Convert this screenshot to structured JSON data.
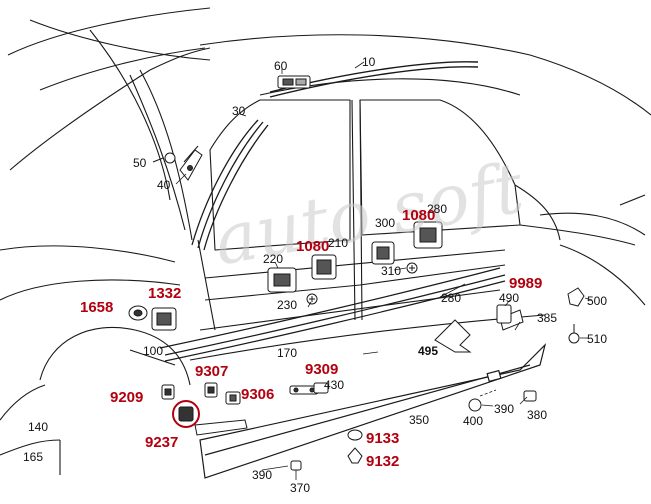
{
  "diagram": {
    "watermark": "auto soft",
    "part_numbers": {
      "p10": "10",
      "p30": "30",
      "p40": "40",
      "p50": "50",
      "p60": "60",
      "p100": "100",
      "p140": "140",
      "p165": "165",
      "p170": "170",
      "p210": "210",
      "p220": "220",
      "p230": "230",
      "p280a": "280",
      "p280b": "280",
      "p300": "300",
      "p310": "310",
      "p350": "350",
      "p370": "370",
      "p380": "380",
      "p385": "385",
      "p390a": "390",
      "p390b": "390",
      "p400": "400",
      "p430": "430",
      "p490": "490",
      "p495": "495",
      "p500": "500",
      "p510": "510"
    },
    "red_labels": {
      "r1080a": "1080",
      "r1080b": "1080",
      "r1332": "1332",
      "r1658": "1658",
      "r9209": "9209",
      "r9237": "9237",
      "r9306": "9306",
      "r9307": "9307",
      "r9309": "9309",
      "r9989": "9989",
      "r9133": "9133",
      "r9132": "9132"
    },
    "colors": {
      "label_red": "#b3000f",
      "line": "#1a1a1a",
      "highlight": "#b3000f"
    }
  }
}
